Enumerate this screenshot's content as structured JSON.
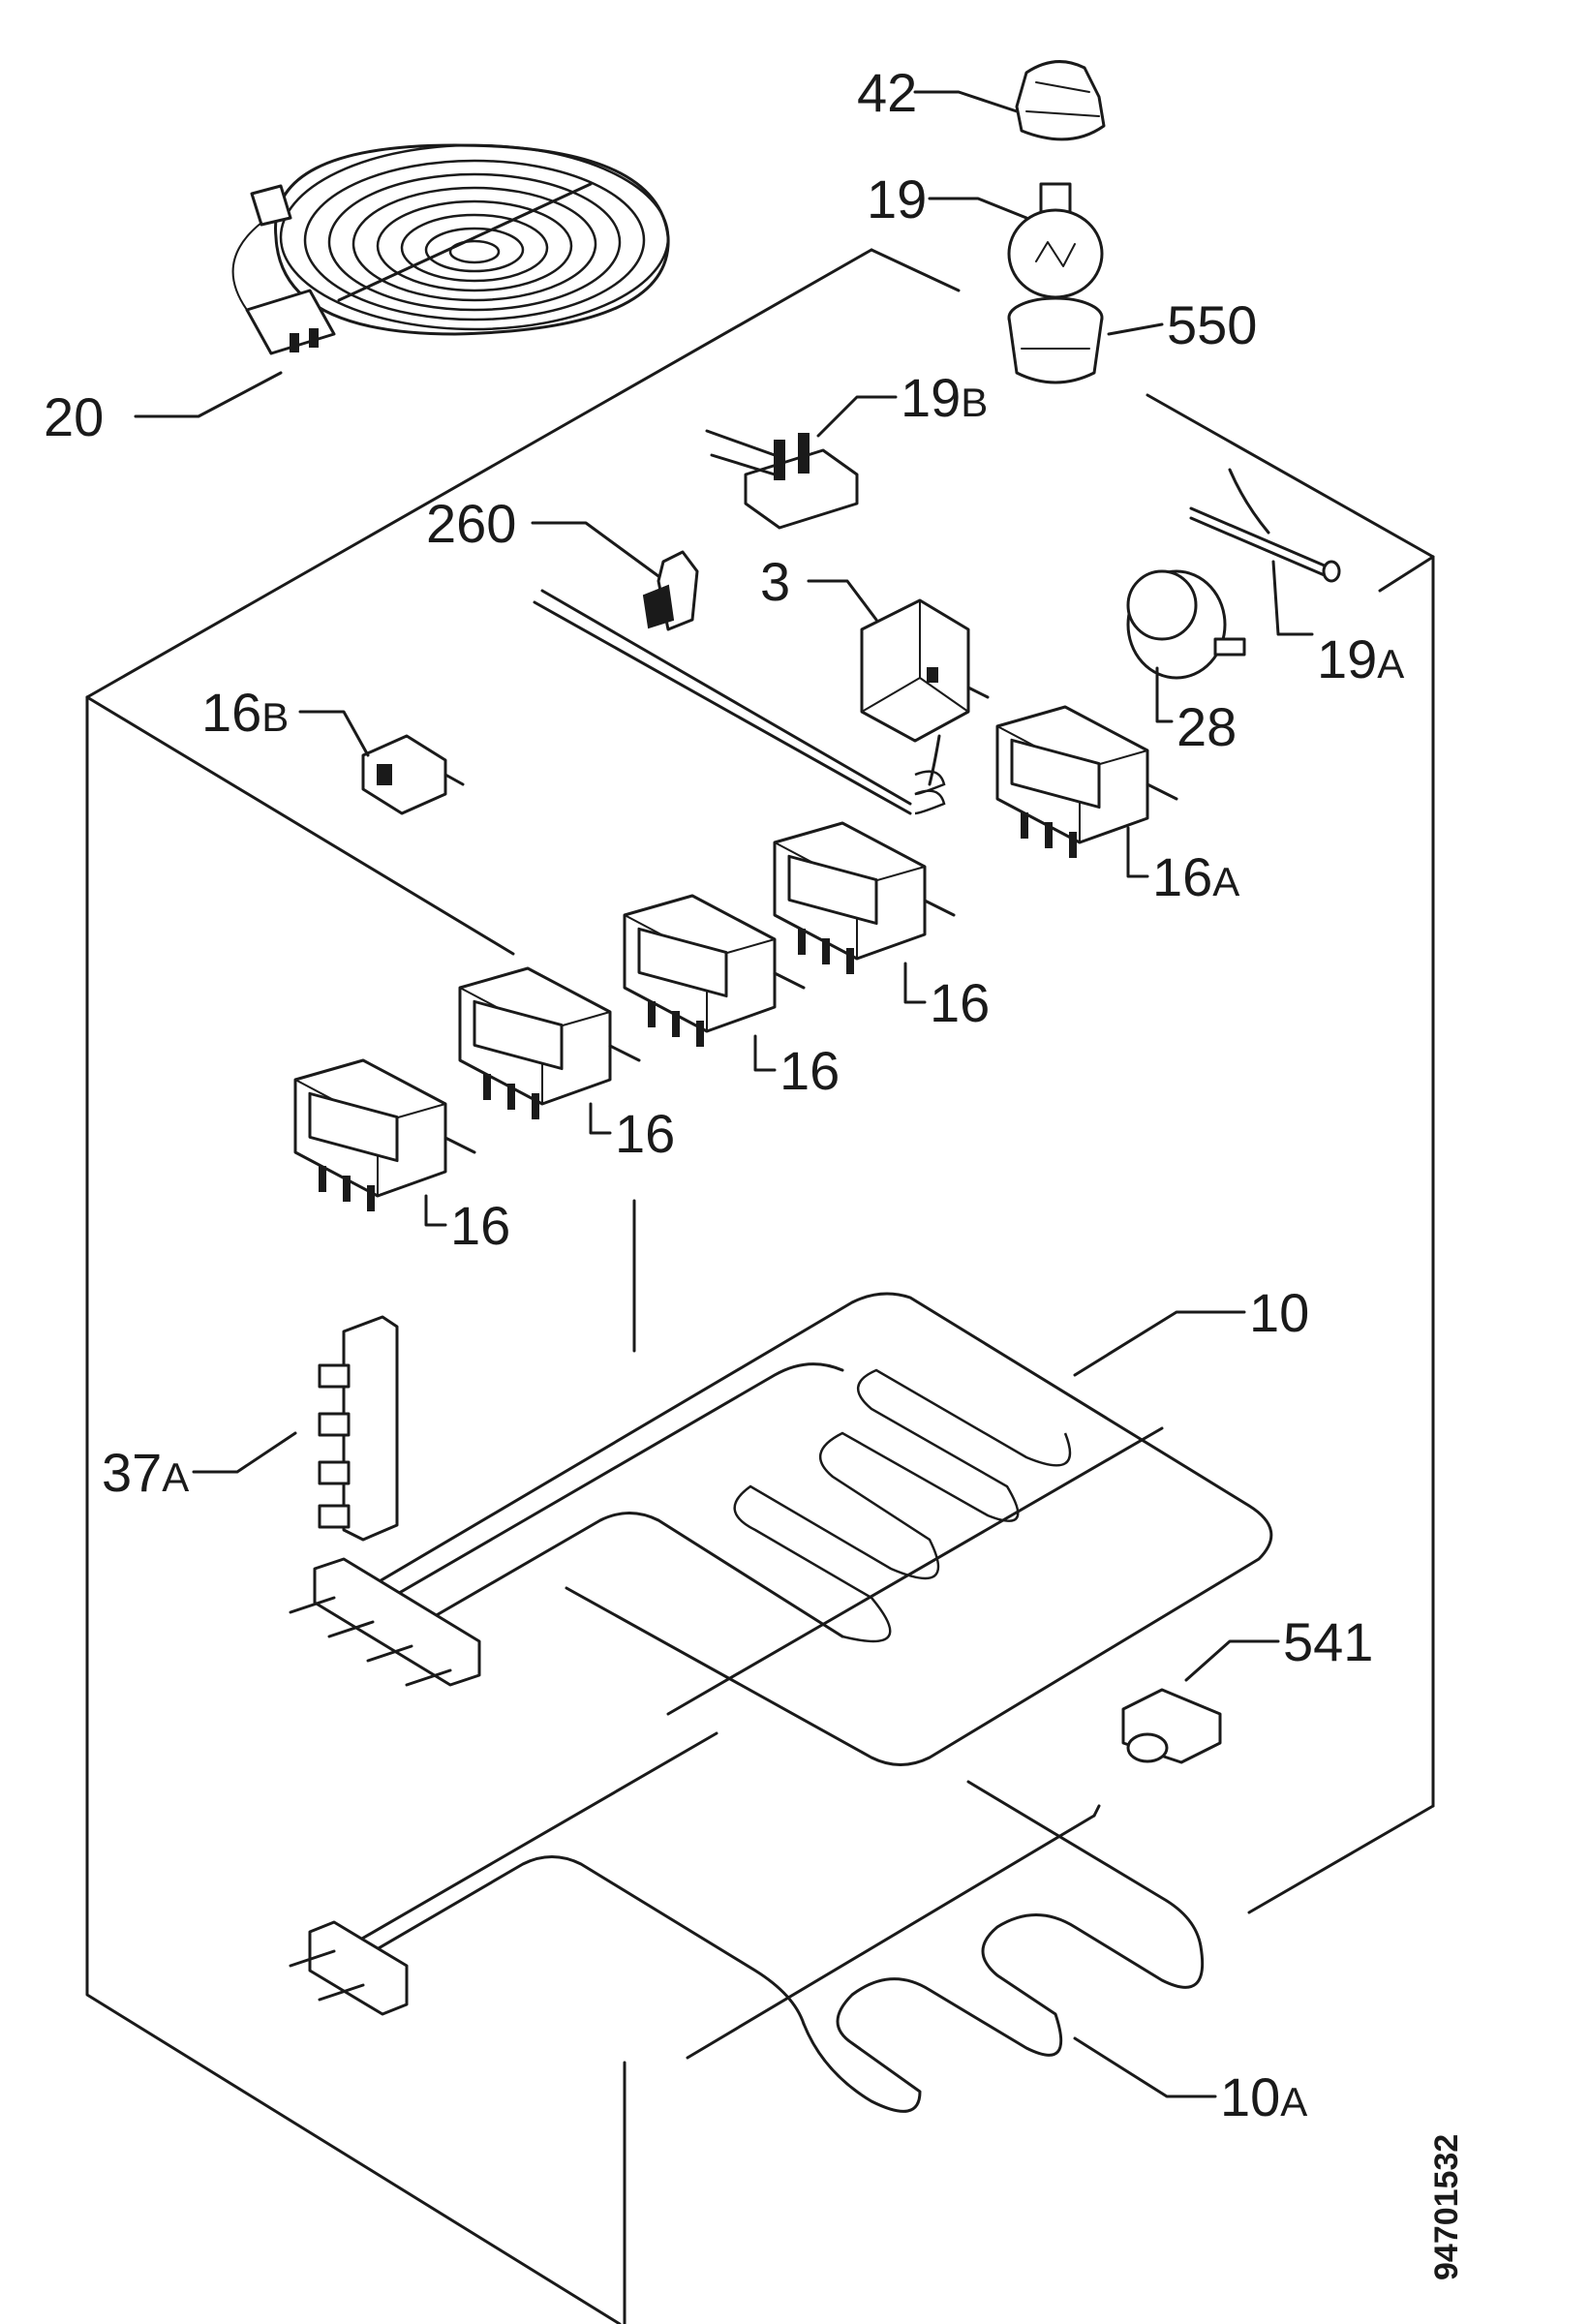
{
  "diagram": {
    "document_number": "94701532",
    "labels": [
      {
        "id": "42",
        "main": "42",
        "suffix": ""
      },
      {
        "id": "19",
        "main": "19",
        "suffix": ""
      },
      {
        "id": "550",
        "main": "550",
        "suffix": ""
      },
      {
        "id": "20",
        "main": "20",
        "suffix": ""
      },
      {
        "id": "19B",
        "main": "19",
        "suffix": "B"
      },
      {
        "id": "260",
        "main": "260",
        "suffix": ""
      },
      {
        "id": "3",
        "main": "3",
        "suffix": ""
      },
      {
        "id": "19A",
        "main": "19",
        "suffix": "A"
      },
      {
        "id": "28",
        "main": "28",
        "suffix": ""
      },
      {
        "id": "16B",
        "main": "16",
        "suffix": "B"
      },
      {
        "id": "16A",
        "main": "16",
        "suffix": "A"
      },
      {
        "id": "16-a",
        "main": "16",
        "suffix": ""
      },
      {
        "id": "16-b",
        "main": "16",
        "suffix": ""
      },
      {
        "id": "16-c",
        "main": "16",
        "suffix": ""
      },
      {
        "id": "16-d",
        "main": "16",
        "suffix": ""
      },
      {
        "id": "10",
        "main": "10",
        "suffix": ""
      },
      {
        "id": "37A",
        "main": "37",
        "suffix": "A"
      },
      {
        "id": "541",
        "main": "541",
        "suffix": ""
      },
      {
        "id": "10A",
        "main": "10",
        "suffix": "A"
      }
    ]
  }
}
